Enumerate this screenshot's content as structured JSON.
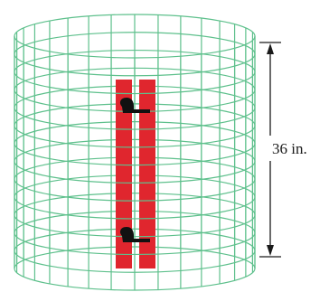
{
  "figure": {
    "height_label": "36 in."
  },
  "colors": {
    "mesh": "#5ec08c",
    "post": "#e0262e",
    "clip": "#111111",
    "dimension": "#1a1a1a",
    "background": "#ffffff"
  },
  "mesh": {
    "horizontal_rings": 14,
    "vertical_wires": 17
  }
}
